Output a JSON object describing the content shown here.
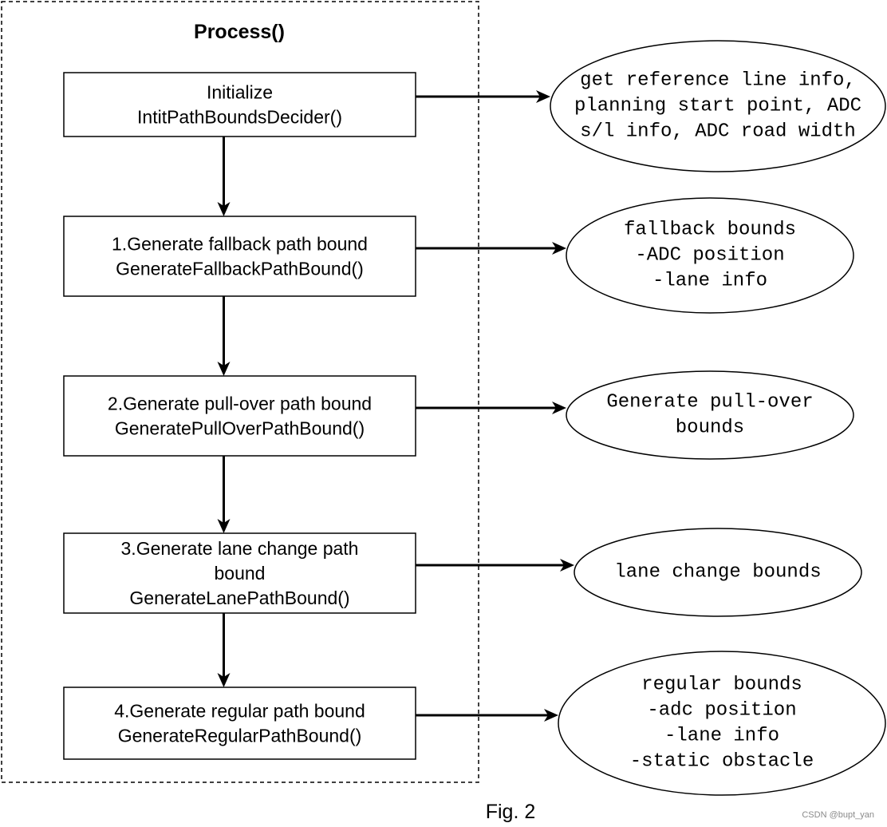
{
  "diagram": {
    "title": "Process()",
    "caption": "Fig. 2",
    "watermark": "CSDN @bupt_yan",
    "steps": [
      {
        "lines": [
          "Initialize",
          "IntitPathBoundsDecider()"
        ]
      },
      {
        "lines": [
          "1.Generate fallback path bound",
          "GenerateFallbackPathBound()"
        ]
      },
      {
        "lines": [
          "2.Generate pull-over path bound",
          "GeneratePullOverPathBound()"
        ]
      },
      {
        "lines": [
          "3.Generate lane change path",
          "bound",
          "GenerateLanePathBound()"
        ]
      },
      {
        "lines": [
          "4.Generate regular path bound",
          "GenerateRegularPathBound()"
        ]
      }
    ],
    "outputs": [
      {
        "lines": [
          "get reference line info,",
          "planning start point, ADC",
          "s/l info, ADC road width"
        ]
      },
      {
        "lines": [
          "fallback bounds",
          "-ADC position",
          "-lane info"
        ]
      },
      {
        "lines": [
          "Generate pull-over",
          "bounds"
        ]
      },
      {
        "lines": [
          "lane change bounds"
        ]
      },
      {
        "lines": [
          "regular bounds",
          "-adc position",
          "-lane info",
          "-static obstacle"
        ]
      }
    ]
  }
}
